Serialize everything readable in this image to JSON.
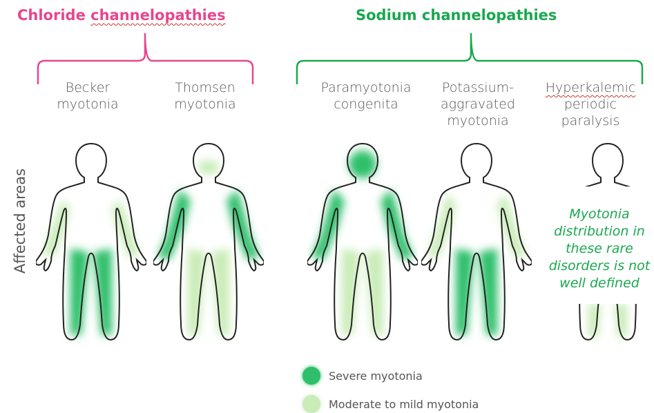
{
  "groups": {
    "chloride": {
      "title_plain": "Chloride ",
      "title_marked": "channelopathies",
      "color": "#e8468e"
    },
    "sodium": {
      "title": "Sodium channelopathies",
      "color": "#1aa84f"
    }
  },
  "side_label": "Affected areas",
  "conditions": [
    {
      "label": "Becker\nmyotonia",
      "pattern": "legs-severe-arms-mild"
    },
    {
      "label": "Thomsen\nmyotonia",
      "pattern": "arms-severe-legs-mild"
    },
    {
      "label": "Paramyotonia\ncongenita",
      "pattern": "face-arms-severe-legs-mild"
    },
    {
      "label": "Potassium-\naggravated\nmyotonia",
      "pattern": "legs-severe-arms-mild"
    },
    {
      "label_marked": "Hyperkalemic",
      "label_rest": "periodic\nparalysis",
      "pattern": "not-defined"
    }
  ],
  "note": "Myotonia\ndistribution in\nthese rare\ndisorders is not\nwell defined",
  "legend": [
    {
      "label": "Severe myotonia",
      "color": "#2fbf6a"
    },
    {
      "label": "Moderate to mild myotonia",
      "color": "#c9ecb8"
    }
  ],
  "colors": {
    "severe": "#2fbf6a",
    "mild": "#c9ecb8",
    "outline": "#222222"
  }
}
